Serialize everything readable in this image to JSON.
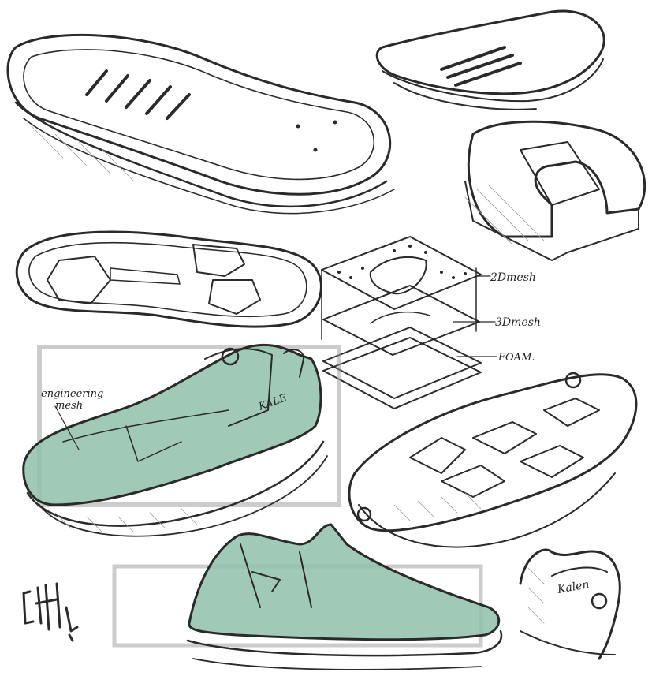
{
  "annotations": {
    "mesh_2d": "2Dmesh",
    "mesh_3d": "3Dmesh",
    "foam": "FOAM.",
    "engineering_mesh_line1": "engineering",
    "engineering_mesh_line2": "mesh",
    "brand_side": "KALE",
    "brand_heel": "Kalen"
  },
  "colors": {
    "ink": "#2a2a2a",
    "pencil": "#9a9a9a",
    "accent_green": "#8fbfaa",
    "accent_green_dark": "#5e8f7c",
    "paper": "#ffffff"
  },
  "signature": "artist monogram"
}
